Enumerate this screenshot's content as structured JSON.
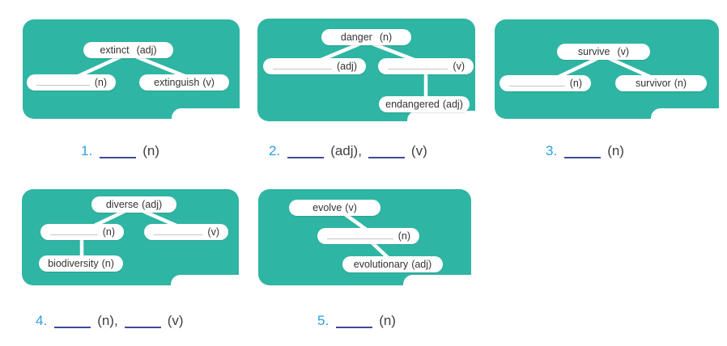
{
  "colors": {
    "card_teal": "#2fb5a3",
    "pill_white": "#ffffff",
    "pill_text": "#333333",
    "blank_line_gray": "#c6c6c6",
    "answer_number_blue": "#2b9ede",
    "answer_underline_navy": "#3e4a9d",
    "answer_text": "#404040"
  },
  "cards": [
    {
      "id": 1,
      "pills": [
        {
          "word": "extinct",
          "pos": "(adj)"
        },
        {
          "blank": true,
          "pos": "(n)"
        },
        {
          "word": "extinguish",
          "pos": "(v)"
        }
      ]
    },
    {
      "id": 2,
      "pills": [
        {
          "word": "danger",
          "pos": "(n)"
        },
        {
          "blank": true,
          "pos": "(adj)"
        },
        {
          "blank": true,
          "pos": "(v)"
        },
        {
          "word": "endangered",
          "pos": "(adj)"
        }
      ]
    },
    {
      "id": 3,
      "pills": [
        {
          "word": "survive",
          "pos": "(v)"
        },
        {
          "blank": true,
          "pos": "(n)"
        },
        {
          "word": "survivor",
          "pos": "(n)"
        }
      ]
    },
    {
      "id": 4,
      "pills": [
        {
          "word": "diverse",
          "pos": "(adj)"
        },
        {
          "blank": true,
          "pos": "(n)"
        },
        {
          "blank": true,
          "pos": "(v)"
        },
        {
          "word": "biodiversity",
          "pos": "(n)"
        }
      ]
    },
    {
      "id": 5,
      "pills": [
        {
          "word": "evolve",
          "pos": "(v)"
        },
        {
          "blank": true,
          "pos": "(n)"
        },
        {
          "word": "evolutionary",
          "pos": "(adj)"
        }
      ]
    }
  ],
  "answers": [
    {
      "num": "1.",
      "parts": [
        "(n)"
      ]
    },
    {
      "num": "2.",
      "parts": [
        "(adj),",
        "(v)"
      ]
    },
    {
      "num": "3.",
      "parts": [
        "(n)"
      ]
    },
    {
      "num": "4.",
      "parts": [
        "(n),",
        "(v)"
      ]
    },
    {
      "num": "5.",
      "parts": [
        "(n)"
      ]
    }
  ]
}
